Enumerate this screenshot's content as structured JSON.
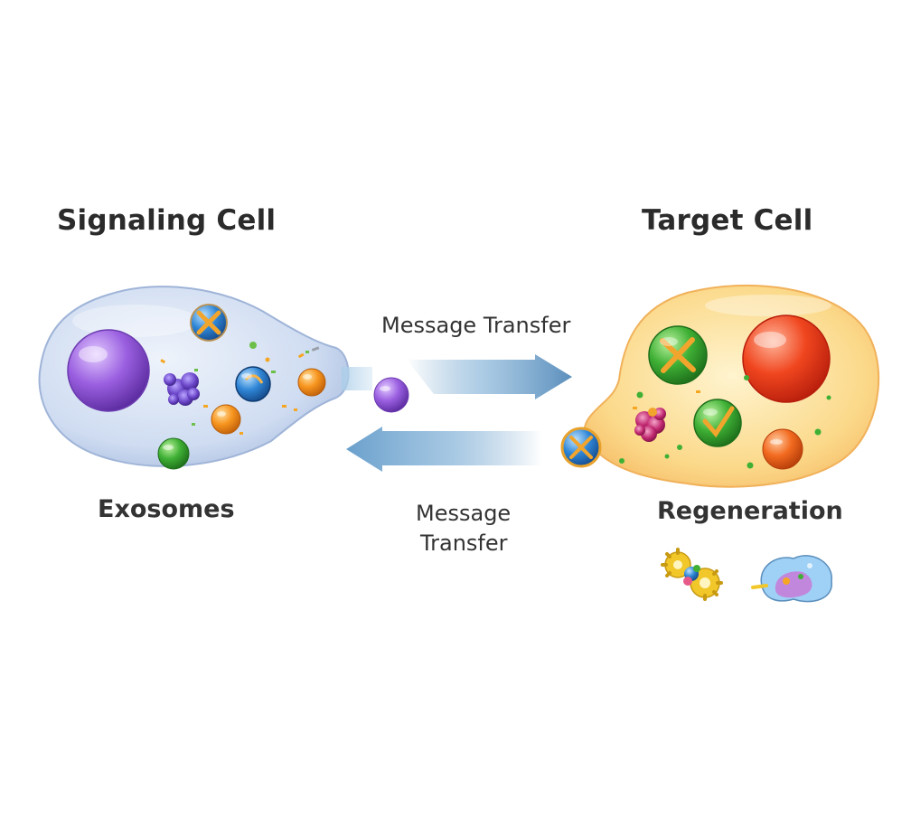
{
  "titles": {
    "left": "Signaling Cell",
    "right": "Target Cell"
  },
  "labels": {
    "left": "Exosomes",
    "right": "Regeneration"
  },
  "arrows": {
    "forward": "Message Transfer",
    "backward_line1": "Message",
    "backward_line2": "Transfer"
  },
  "colors": {
    "signaling_cell": "#c9d8f0",
    "target_cell": "#f9d27a",
    "arrow": "#6a9fc8",
    "nucleus_left": "#8a4fd0",
    "nucleus_right": "#e2401f"
  }
}
